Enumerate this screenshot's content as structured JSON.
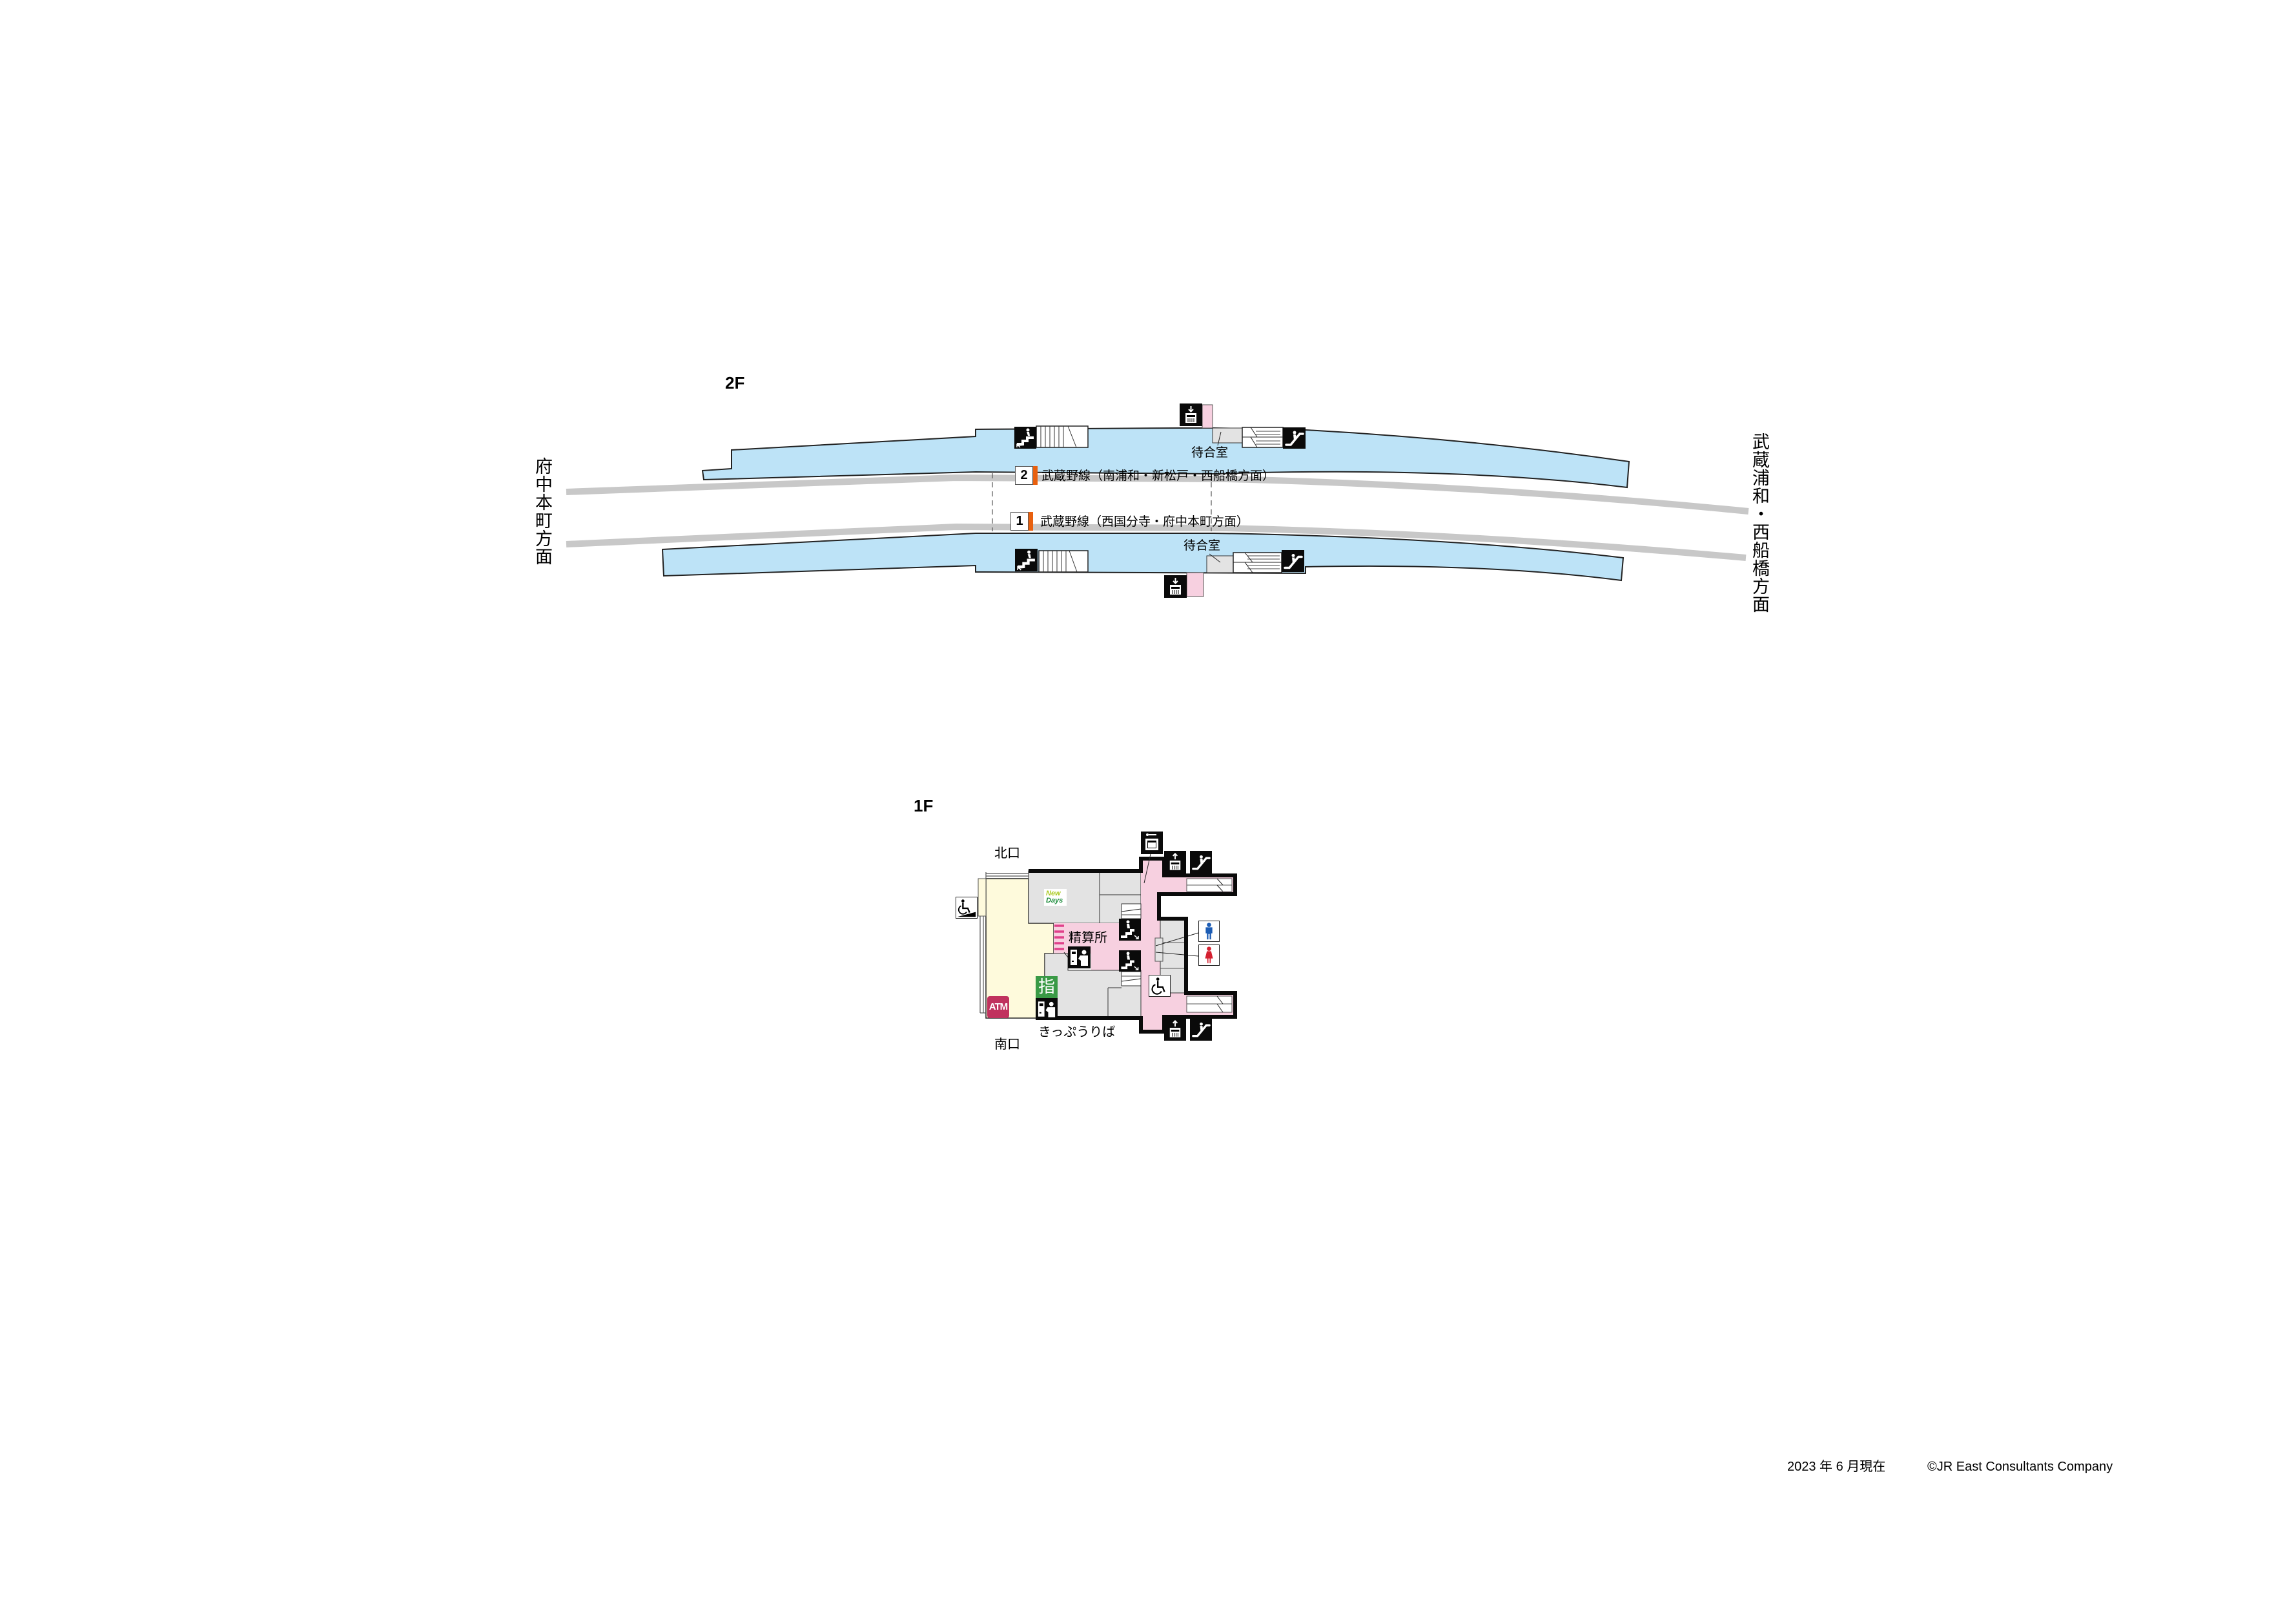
{
  "floors": {
    "upper": {
      "label": "2F"
    },
    "lower": {
      "label": "1F"
    }
  },
  "directions": {
    "west": "府中本町方面",
    "east": "武蔵浦和・西船橋方面"
  },
  "tracks": [
    {
      "number": "2",
      "line": "武蔵野線",
      "destination": "（南浦和・新松戸・西船橋方面）",
      "label": "武蔵野線（南浦和・新松戸・西船橋方面）",
      "color": "#e8600f"
    },
    {
      "number": "1",
      "line": "武蔵野線",
      "destination": "（西国分寺・府中本町方面）",
      "label": "武蔵野線（西国分寺・府中本町方面）",
      "color": "#e8600f"
    }
  ],
  "platform_2f": {
    "upper_waiting_room": "待合室",
    "lower_waiting_room": "待合室",
    "icons": [
      "stairs-icon",
      "elevator-down-icon",
      "escalator-icon",
      "stairs-icon",
      "elevator-down-icon",
      "escalator-icon"
    ]
  },
  "concourse_1f": {
    "north_exit": "北口",
    "south_exit": "南口",
    "fare_adjustment": "精算所",
    "ticket_office": "きっぷうりば",
    "reserved_seat_sign": "指",
    "atm": "ATM",
    "shop": {
      "line1": "New",
      "line2": "Days"
    },
    "icons": [
      "wheelchair-ramp-icon",
      "coin-locker-icon",
      "elevator-up-icon",
      "escalator-icon",
      "stairs-icon",
      "stairs-icon",
      "fare-adjustment-machine-icon",
      "ticket-machine-icon",
      "men-toilet-icon",
      "women-toilet-icon",
      "accessible-toilet-icon",
      "elevator-up-icon",
      "escalator-icon"
    ]
  },
  "colors": {
    "platform": "#bde3f7",
    "track": "#c8c8c8",
    "concourse_paid": "#f7d0e0",
    "concourse_free": "#fefadc",
    "facility_gray": "#e3e3e3",
    "line_accent": "#e8600f",
    "gate_magenta": "#e0408a",
    "atm": "#c0325e",
    "reserved": "#3a9a46",
    "men": "#1c5cb4",
    "women": "#d42030"
  },
  "footer": {
    "date": "2023 年 6 月現在",
    "copyright": "©JR East Consultants Company"
  }
}
